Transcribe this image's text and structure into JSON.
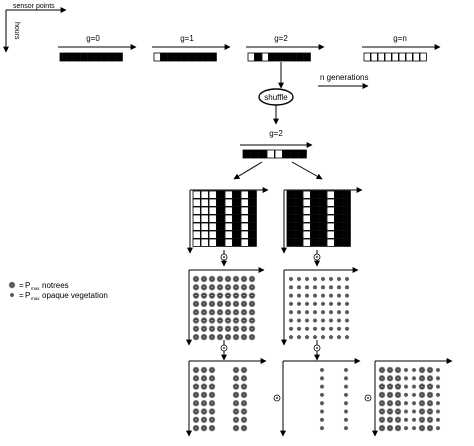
{
  "axes": {
    "x_label": "sensor points",
    "y_label": "hours"
  },
  "generations": [
    {
      "label": "g=0",
      "cells": [
        1,
        1,
        1,
        1,
        1,
        1,
        1,
        1,
        1
      ]
    },
    {
      "label": "g=1",
      "cells": [
        0,
        1,
        1,
        1,
        1,
        1,
        1,
        1,
        1
      ]
    },
    {
      "label": "g=2",
      "cells": [
        0,
        1,
        0,
        1,
        1,
        1,
        1,
        1,
        1
      ]
    },
    {
      "label": "g=n",
      "cells": [
        0,
        0,
        0,
        0,
        0,
        0,
        0,
        0,
        0
      ]
    }
  ],
  "n_generations_label": "n generations",
  "shuffle_label": "shuffle",
  "shuffled": {
    "label": "g=2",
    "cells": [
      1,
      1,
      1,
      0,
      0,
      1,
      1,
      1
    ]
  },
  "grids": {
    "left": {
      "columns": [
        0,
        0,
        0,
        1,
        0,
        1,
        0,
        1
      ]
    },
    "right": {
      "columns": [
        1,
        1,
        0,
        1,
        1,
        0,
        1,
        1
      ]
    }
  },
  "legend": {
    "pmax_symbol": "P",
    "pmax_subscript": "max",
    "eq": "=",
    "notrees": "notrees",
    "opaque": "opaque vegetation"
  },
  "operator_glyph": "⊙",
  "colors": {
    "ink": "#000000",
    "paper": "#ffffff",
    "star": "#444444"
  },
  "icons": {
    "large_star": "asterisk-snowflake",
    "small_star": "asterisk"
  }
}
